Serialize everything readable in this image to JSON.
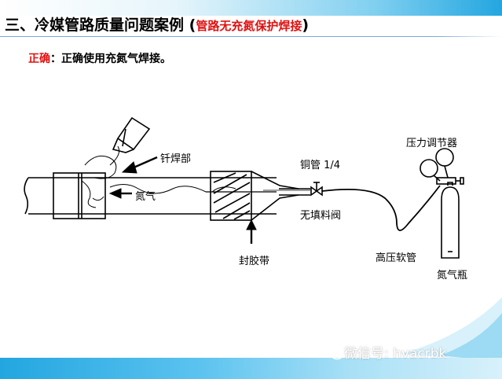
{
  "slide": {
    "title_main": "三、冷媒管路质量问题案例",
    "title_paren_open": "(",
    "title_highlight": "管路无充氮保护焊接",
    "title_paren_close": ")",
    "note_label": "正确",
    "note_text": "：正确使用充氮气焊接。"
  },
  "diagram": {
    "labels": {
      "brazing_part": "钎焊部",
      "nitrogen_in_pipe": "氮气",
      "copper_pipe": "铜管 1/4",
      "pressure_regulator": "压力调节器",
      "packless_valve": "无填料阀",
      "sealing_tape": "封胶带",
      "hose": "高压软管",
      "nitrogen_bottle": "氮气瓶"
    }
  },
  "footer": {
    "watermark": "微信号: hvacrbk",
    "watermark_icon": "wechat-icon"
  },
  "colors": {
    "accent_blue": "#23a6e0",
    "highlight_red": "#e01010",
    "rule_blue": "#7fa7d4"
  }
}
